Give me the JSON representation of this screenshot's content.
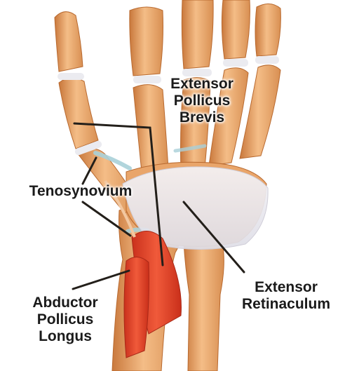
{
  "diagram": {
    "labels": {
      "extensor_pollicus_brevis": [
        "Extensor",
        "Pollicus",
        "Brevis"
      ],
      "tenosynovium": [
        "Tenosynovium"
      ],
      "abductor_pollicus_longus": [
        "Abductor",
        "Pollicus",
        "Longus"
      ],
      "extensor_retinaculum": [
        "Extensor",
        "Retinaculum"
      ]
    },
    "colors": {
      "bone": "#f0b47a",
      "bone_shadow": "#c8783e",
      "joint_cartilage": "#e8e8ee",
      "tenosynovium": "#b9d6dc",
      "retinaculum": "#ecebf0",
      "muscle": "#e2462d",
      "leader_line": "#231f1a"
    }
  }
}
